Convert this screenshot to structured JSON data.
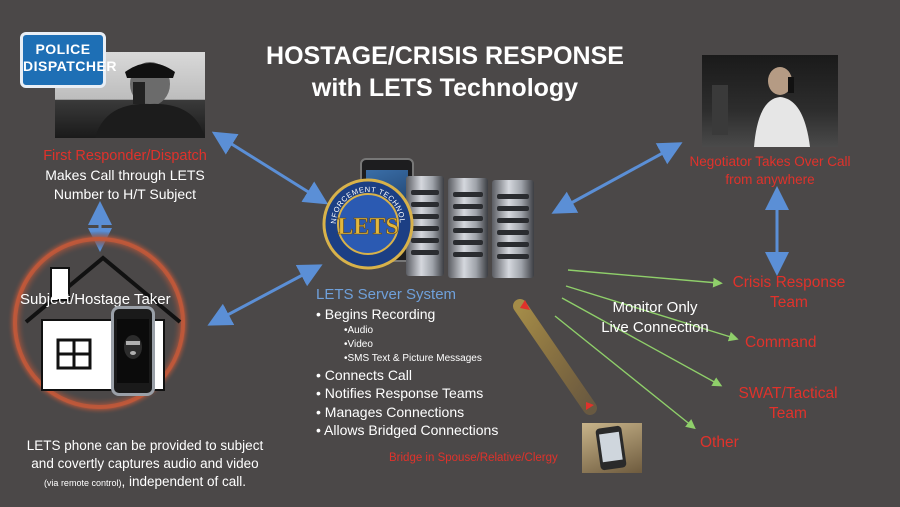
{
  "title": {
    "line1": "HOSTAGE/CRISIS RESPONSE",
    "line2": "with LETS Technology"
  },
  "dispatcher_badge": {
    "line1": "POLICE",
    "line2": "DISPATCHER"
  },
  "first_responder": {
    "heading": "First Responder/Dispatch",
    "line1": "Makes Call through LETS",
    "line2": "Number to H/T Subject"
  },
  "subject": {
    "label": "Subject/Hostage Taker"
  },
  "subject_note": {
    "line1": "LETS phone can be provided to subject",
    "line2": "and covertly captures audio and video",
    "small": "(via remote control)",
    "rest": ", independent of call."
  },
  "lets_seal": {
    "arc_text": "LAW ENFORCEMENT TECHNOLOGIES",
    "center": "LETS"
  },
  "server": {
    "heading": "LETS Server System",
    "items": [
      {
        "text": "• Begins Recording",
        "sub": [
          "•Audio",
          "•Video",
          "•SMS Text & Picture Messages"
        ]
      },
      {
        "text": "• Connects Call",
        "sub": []
      },
      {
        "text": "• Notifies Response Teams",
        "sub": []
      },
      {
        "text": "• Manages Connections",
        "sub": []
      },
      {
        "text": "• Allows Bridged Connections",
        "sub": []
      }
    ]
  },
  "bridge": {
    "label": "Bridge in Spouse/Relative/Clergy"
  },
  "negotiator": {
    "line1": "Negotiator Takes Over Call",
    "line2": "from anywhere"
  },
  "monitor": {
    "line1": "Monitor Only",
    "line2": "Live Connection"
  },
  "teams": {
    "crisis": {
      "line1": "Crisis Response",
      "line2": "Team"
    },
    "command": "Command",
    "swat": {
      "line1": "SWAT/Tactical",
      "line2": "Team"
    },
    "other": "Other"
  },
  "colors": {
    "background": "#4b4848",
    "red_text": "#e0322b",
    "blue_text": "#6fa0da",
    "blue_arrow": "#5b8fd6",
    "green_arrow": "#8fcf6a",
    "house_ring": "#c0583a"
  },
  "icons": {
    "phone": "smartphone-icon",
    "mask": "balaclava-icon",
    "house": "house-icon"
  }
}
